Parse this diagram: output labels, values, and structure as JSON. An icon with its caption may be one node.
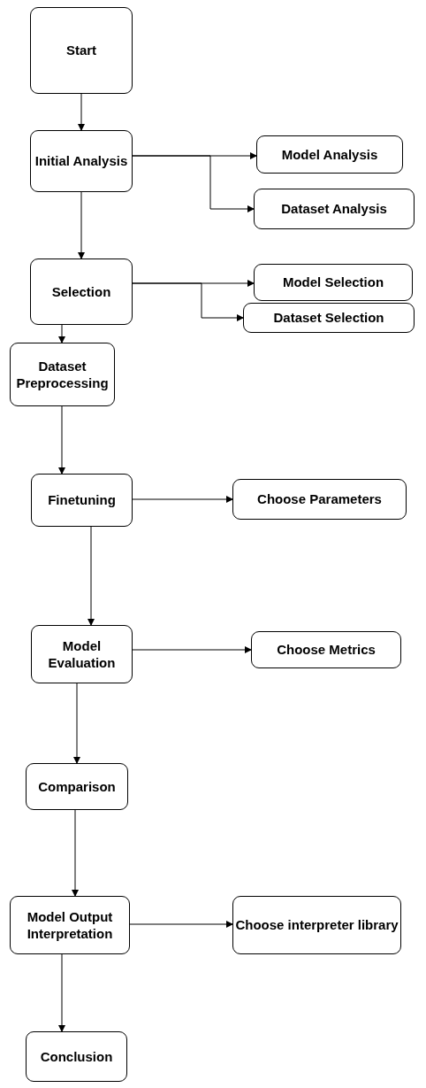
{
  "diagram": {
    "nodes": [
      {
        "text": [
          "Start"
        ]
      },
      {
        "text": [
          "Initial Analysis"
        ]
      },
      {
        "text": [
          "Model Analysis"
        ]
      },
      {
        "text": [
          "Dataset Analysis"
        ]
      },
      {
        "text": [
          "Selection"
        ]
      },
      {
        "text": [
          "Model Selection"
        ]
      },
      {
        "text": [
          "Dataset Selection"
        ]
      },
      {
        "text": [
          "Dataset Preprocessing"
        ]
      },
      {
        "text": [
          "Finetuning"
        ]
      },
      {
        "text": [
          "Choose Parameters"
        ]
      },
      {
        "text": [
          "Model Evaluation"
        ]
      },
      {
        "text": [
          "Choose Metrics"
        ]
      },
      {
        "text": [
          "Comparison"
        ]
      },
      {
        "text": [
          "Model Output Interpretation"
        ]
      },
      {
        "text": [
          "Choose interpreter library"
        ]
      },
      {
        "text": [
          "Conclusion"
        ]
      }
    ],
    "edges": [
      {
        "from": 0,
        "to": 1,
        "arrow": "to"
      },
      {
        "from": 1,
        "to": 2,
        "arrow": "to"
      },
      {
        "from": 1,
        "to": 3,
        "arrow": "to"
      },
      {
        "from": 1,
        "to": 4,
        "arrow": "to"
      },
      {
        "from": 4,
        "to": 5,
        "arrow": "to"
      },
      {
        "from": 4,
        "to": 6,
        "arrow": "to"
      },
      {
        "from": 4,
        "to": 7,
        "arrow": "to"
      },
      {
        "from": 7,
        "to": 8,
        "arrow": "to"
      },
      {
        "from": 8,
        "to": 9,
        "arrow": "to"
      },
      {
        "from": 8,
        "to": 10,
        "arrow": "to"
      },
      {
        "from": 10,
        "to": 11,
        "arrow": "to"
      },
      {
        "from": 10,
        "to": 12,
        "arrow": "to"
      },
      {
        "from": 12,
        "to": 13,
        "arrow": "to"
      },
      {
        "from": 13,
        "to": 14,
        "arrow": "to"
      },
      {
        "from": 13,
        "to": 15,
        "arrow": "to"
      }
    ]
  }
}
